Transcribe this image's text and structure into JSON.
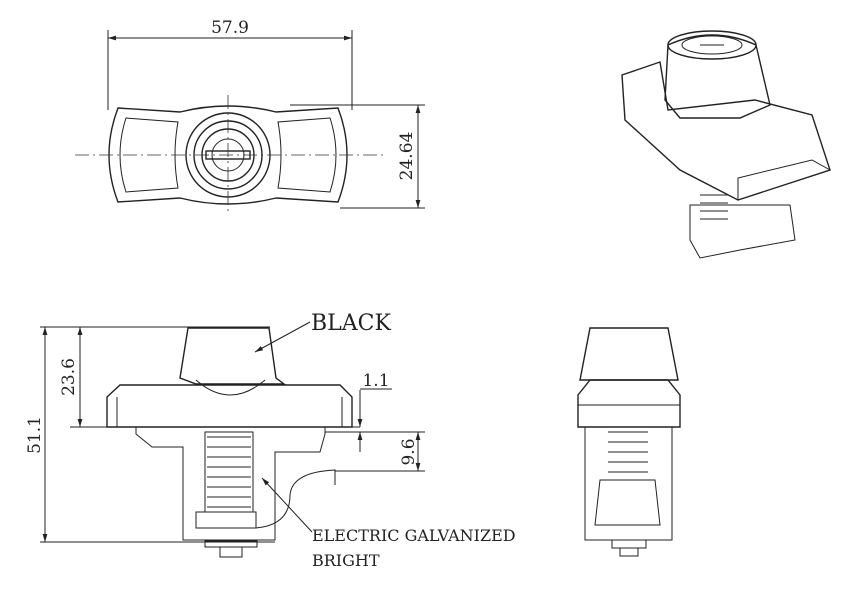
{
  "dimensions": {
    "width_top": "57.9",
    "height_top": "24.64",
    "total_height": "51.1",
    "knob_height": "23.6",
    "flange_gap": "1.1",
    "cam_offset": "9.6"
  },
  "callouts": {
    "knob_finish": "BLACK",
    "cam_finish_line1": "ELECTRIC GALVANIZED",
    "cam_finish_line2": "BRIGHT"
  }
}
